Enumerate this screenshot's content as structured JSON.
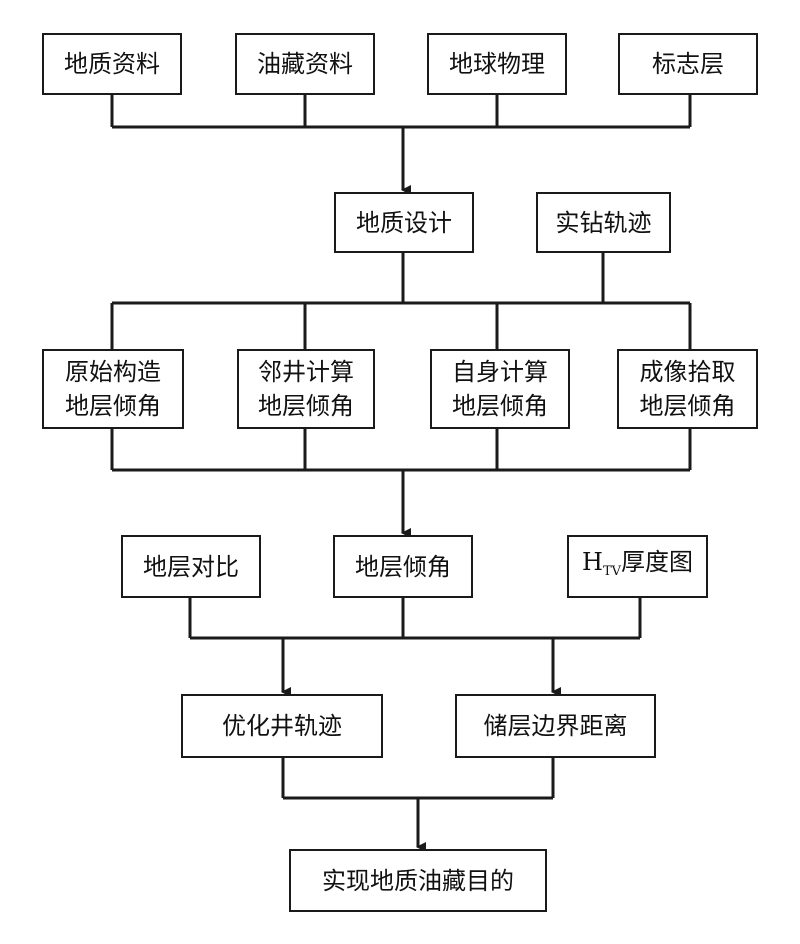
{
  "nodes": {
    "n1": "地质资料",
    "n2": "油藏资料",
    "n3": "地球物理",
    "n4": "标志层",
    "design": "地质设计",
    "track": "实钻轨迹",
    "dip1": [
      "原始构造",
      "地层倾角"
    ],
    "dip2": [
      "邻井计算",
      "地层倾角"
    ],
    "dip3": [
      "自身计算",
      "地层倾角"
    ],
    "dip4": [
      "成像拾取",
      "地层倾角"
    ],
    "compare": "地层对比",
    "dip": "地层倾角",
    "htv": {
      "main": "H",
      "sub": "TV",
      "rest": "厚度图"
    },
    "optimize": "优化井轨迹",
    "boundary": "储层边界距离",
    "goal": "实现地质油藏目的"
  },
  "colors": {
    "line": "#1a1a1a",
    "box_border": "#1a1a1a",
    "background": "#ffffff"
  }
}
